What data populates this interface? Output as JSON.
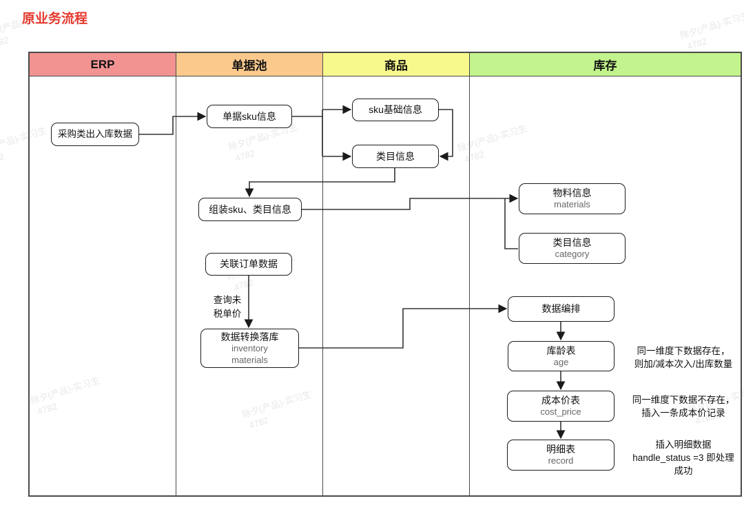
{
  "title": "原业务流程",
  "watermark": {
    "line1": "除夕(产品)-实习生",
    "line2": "4782"
  },
  "diagram": {
    "lanes": {
      "erp": {
        "label": "ERP",
        "color": "#f29392"
      },
      "danjuchi": {
        "label": "单据池",
        "color": "#fbc98c"
      },
      "shangpin": {
        "label": "商品",
        "color": "#f8f98d"
      },
      "kucun": {
        "label": "库存",
        "color": "#c2f38c"
      }
    },
    "nodes": {
      "purchase_data": {
        "label": "采购类出入库数据"
      },
      "order_sku_info": {
        "label": "单据sku信息"
      },
      "sku_base_info": {
        "label": "sku基础信息"
      },
      "category_info_product": {
        "label": "类目信息"
      },
      "assemble_sku_category": {
        "label": "组装sku、类目信息"
      },
      "material_info": {
        "label": "物料信息",
        "sublabel": "materials"
      },
      "category_info_inventory": {
        "label": "类目信息",
        "sublabel": "category"
      },
      "link_order_data": {
        "label": "关联订单数据"
      },
      "data_transform": {
        "label": "数据转换落库",
        "sublabel": "inventory",
        "sublabel2": "materials"
      },
      "data_orchestration": {
        "label": "数据编排"
      },
      "age_table": {
        "label": "库龄表",
        "sublabel": "age"
      },
      "cost_price_table": {
        "label": "成本价表",
        "sublabel": "cost_price"
      },
      "record_table": {
        "label": "明细表",
        "sublabel": "record"
      }
    },
    "edge_labels": {
      "query_untaxed_price": {
        "line1": "查询未",
        "line2": "税单价"
      }
    },
    "annotations": {
      "age_note": {
        "line1": "同一维度下数据存在，",
        "line2": "则加/减本次入/出库数量"
      },
      "cost_note": {
        "line1": "同一维度下数据不存在，",
        "line2": "插入一条成本价记录"
      },
      "record_note": {
        "line1": "插入明细数据",
        "line2": "handle_status =3 即处理",
        "line3": "成功"
      }
    }
  }
}
